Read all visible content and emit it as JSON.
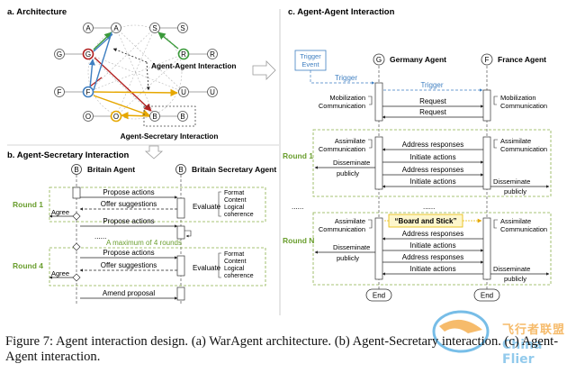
{
  "panel_a": {
    "title": "a. Architecture",
    "label_interaction": "Agent-Agent Interaction",
    "label_secretary": "Agent-Secretary Interaction",
    "nodes": [
      "A",
      "A",
      "S",
      "S",
      "G",
      "G",
      "R",
      "R",
      "F",
      "F",
      "U",
      "U",
      "O",
      "O",
      "B",
      "B"
    ]
  },
  "panel_b": {
    "title": "b. Agent-Secretary Interaction",
    "agent_node": "B",
    "agent_name": "Britain Agent",
    "secretary_node": "B",
    "secretary_name": "Britain Secretary Agent",
    "round1": "Round 1",
    "round4": "Round 4",
    "propose1": "Propose actions",
    "offer1": "Offer suggestions",
    "agree1": "Agree",
    "propose2": "Propose actions",
    "evaluate1": "Evaluate",
    "checks": [
      "Format",
      "Content",
      "Logical",
      "coherence"
    ],
    "dots": "......",
    "max_rounds": "A maximum of 4 rounds",
    "propose4": "Propose actions",
    "offer4": "Offer suggestions",
    "agree4": "Agree",
    "evaluate4": "Evaluate",
    "amend": "Amend proposal"
  },
  "panel_c": {
    "title": "c. Agent-Agent Interaction",
    "trigger_event": [
      "Trigger",
      "Event"
    ],
    "germany_node": "G",
    "germany_name": "Germany Agent",
    "france_node": "F",
    "france_name": "France Agent",
    "trigger1": "Trigger",
    "trigger2": "Trigger",
    "mobilization": [
      "Mobilization",
      "Communication"
    ],
    "request": "Request",
    "round1": "Round 1",
    "roundN": "Round N",
    "assimilate": [
      "Assimilate",
      "Communication"
    ],
    "address": "Address responses",
    "initiate": "Initiate actions",
    "disseminate": [
      "Disseminate",
      "publicly"
    ],
    "dots": "......",
    "board_stick": "“Board and Stick”",
    "end": "End"
  },
  "caption": "Figure 7: Agent interaction design. (a) WarAgent architecture. (b) Agent-Secretary interaction. (c) Agent-Agent interaction.",
  "watermark": {
    "cn": "飞行者联盟",
    "en": "China Flier"
  }
}
